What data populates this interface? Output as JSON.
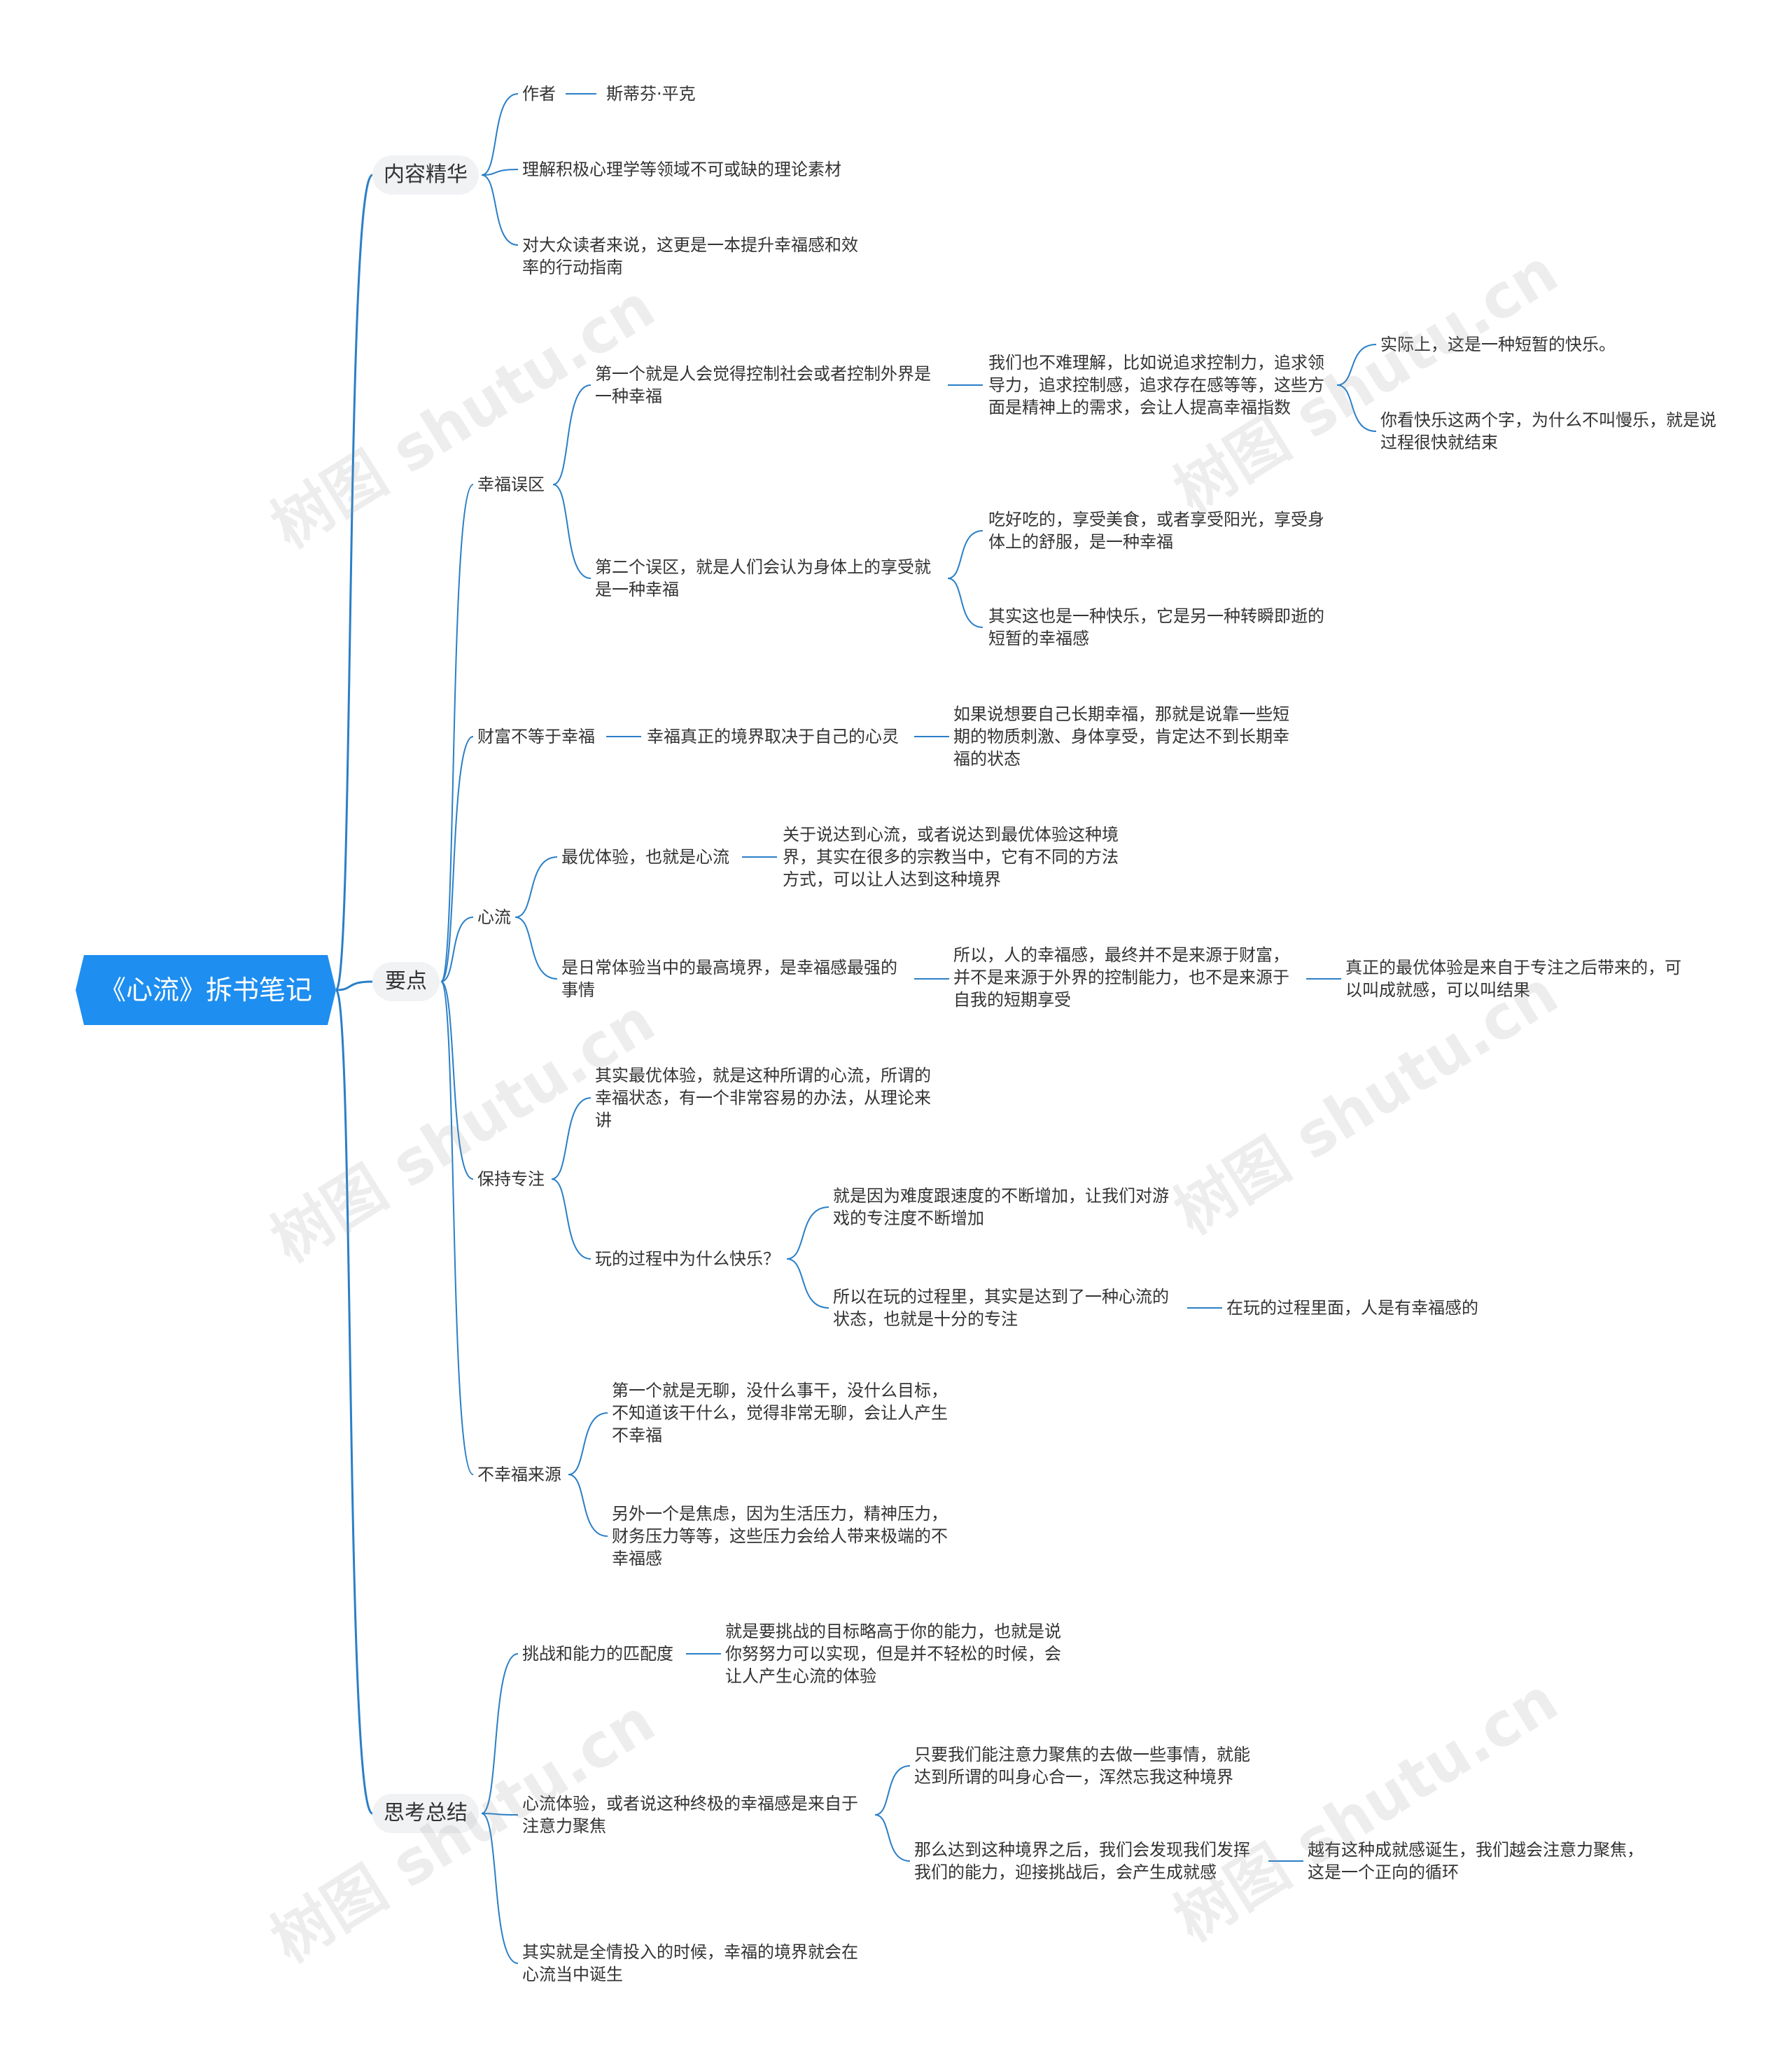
{
  "root": "《心流》拆书笔记",
  "branches": {
    "essence": "内容精华",
    "points": "要点",
    "summary": "思考总结"
  },
  "essence": {
    "author_label": "作者",
    "author_name": "斯蒂芬·平克",
    "theory": "理解积极心理学等领域不可或缺的理论素材",
    "guide": [
      "对大众读者来说，这更是一本提升幸福感和效",
      "率的行动指南"
    ]
  },
  "happiness_myths": {
    "label": "幸福误区",
    "first": [
      "第一个就是人会觉得控制社会或者控制外界是",
      "一种幸福"
    ],
    "first_detail": [
      "我们也不难理解，比如说追求控制力，追求领",
      "导力，追求控制感，追求存在感等等，这些方",
      "面是精神上的需求，会让人提高幸福指数"
    ],
    "short_joy": "实际上，这是一种短暂的快乐。",
    "kuaile": [
      "你看快乐这两个字，为什么不叫慢乐，就是说",
      "过程很快就结束"
    ],
    "second": [
      "第二个误区，就是人们会认为身体上的享受就",
      "是一种幸福"
    ],
    "eat": [
      "吃好吃的，享受美食，或者享受阳光，享受身",
      "体上的舒服，是一种幸福"
    ],
    "fleeting": [
      "其实这也是一种快乐，它是另一种转瞬即逝的",
      "短暂的幸福感"
    ]
  },
  "wealth": {
    "label": "财富不等于幸福",
    "realm": "幸福真正的境界取决于自己的心灵",
    "long_term": [
      "如果说想要自己长期幸福，那就是说靠一些短",
      "期的物质刺激、身体享受，肯定达不到长期幸",
      "福的状态"
    ]
  },
  "flow": {
    "label": "心流",
    "optimal": "最优体验，也就是心流",
    "religion": [
      "关于说达到心流，或者说达到最优体验这种境",
      "界，其实在很多的宗教当中，它有不同的方法",
      "方式，可以让人达到这种境界"
    ],
    "highest": [
      "是日常体验当中的最高境界，是幸福感最强的",
      "事情"
    ],
    "source": [
      "所以，人的幸福感，最终并不是来源于财富，",
      "并不是来源于外界的控制能力，也不是来源于",
      "自我的短期享受"
    ],
    "achievement": [
      "真正的最优体验是来自于专注之后带来的，可",
      "以叫成就感，可以叫结果"
    ]
  },
  "focus": {
    "label": "保持专注",
    "theory": [
      "其实最优体验，就是这种所谓的心流，所谓的",
      "幸福状态，有一个非常容易的办法，从理论来",
      "讲"
    ],
    "play": "玩的过程中为什么快乐？",
    "difficulty": [
      "就是因为难度跟速度的不断增加，让我们对游",
      "戏的专注度不断增加"
    ],
    "reach": [
      "所以在玩的过程里，其实是达到了一种心流的",
      "状态，也就是十分的专注"
    ],
    "happy_in_play": "在玩的过程里面，人是有幸福感的"
  },
  "unhappy": {
    "label": "不幸福来源",
    "bored": [
      "第一个就是无聊，没什么事干，没什么目标，",
      "不知道该干什么，觉得非常无聊，会让人产生",
      "不幸福"
    ],
    "anxiety": [
      "另外一个是焦虑，因为生活压力，精神压力，",
      "财务压力等等，这些压力会给人带来极端的不",
      "幸福感"
    ]
  },
  "summary": {
    "match": "挑战和能力的匹配度",
    "match_detail": [
      "就是要挑战的目标略高于你的能力，也就是说",
      "你努努力可以实现，但是并不轻松的时候，会",
      "让人产生心流的体验"
    ],
    "attention": [
      "心流体验，或者说这种终极的幸福感是来自于",
      "注意力聚焦"
    ],
    "focus_things": [
      "只要我们能注意力聚焦的去做一些事情，就能",
      "达到所谓的叫身心合一，浑然忘我这种境界"
    ],
    "exert": [
      "那么达到这种境界之后，我们会发现我们发挥",
      "我们的能力，迎接挑战后，会产生成就感"
    ],
    "cycle": [
      "越有这种成就感诞生，我们越会注意力聚焦，",
      "这是一个正向的循环"
    ],
    "all_in": [
      "其实就是全情投入的时候，幸福的境界就会在",
      "心流当中诞生"
    ]
  },
  "watermark": "树图 shutu.cn",
  "colors": {
    "root_fill": "#1e8ef0",
    "link": "#2a7fc7",
    "text": "#333333",
    "branch_fill": "#f1f2f4"
  }
}
